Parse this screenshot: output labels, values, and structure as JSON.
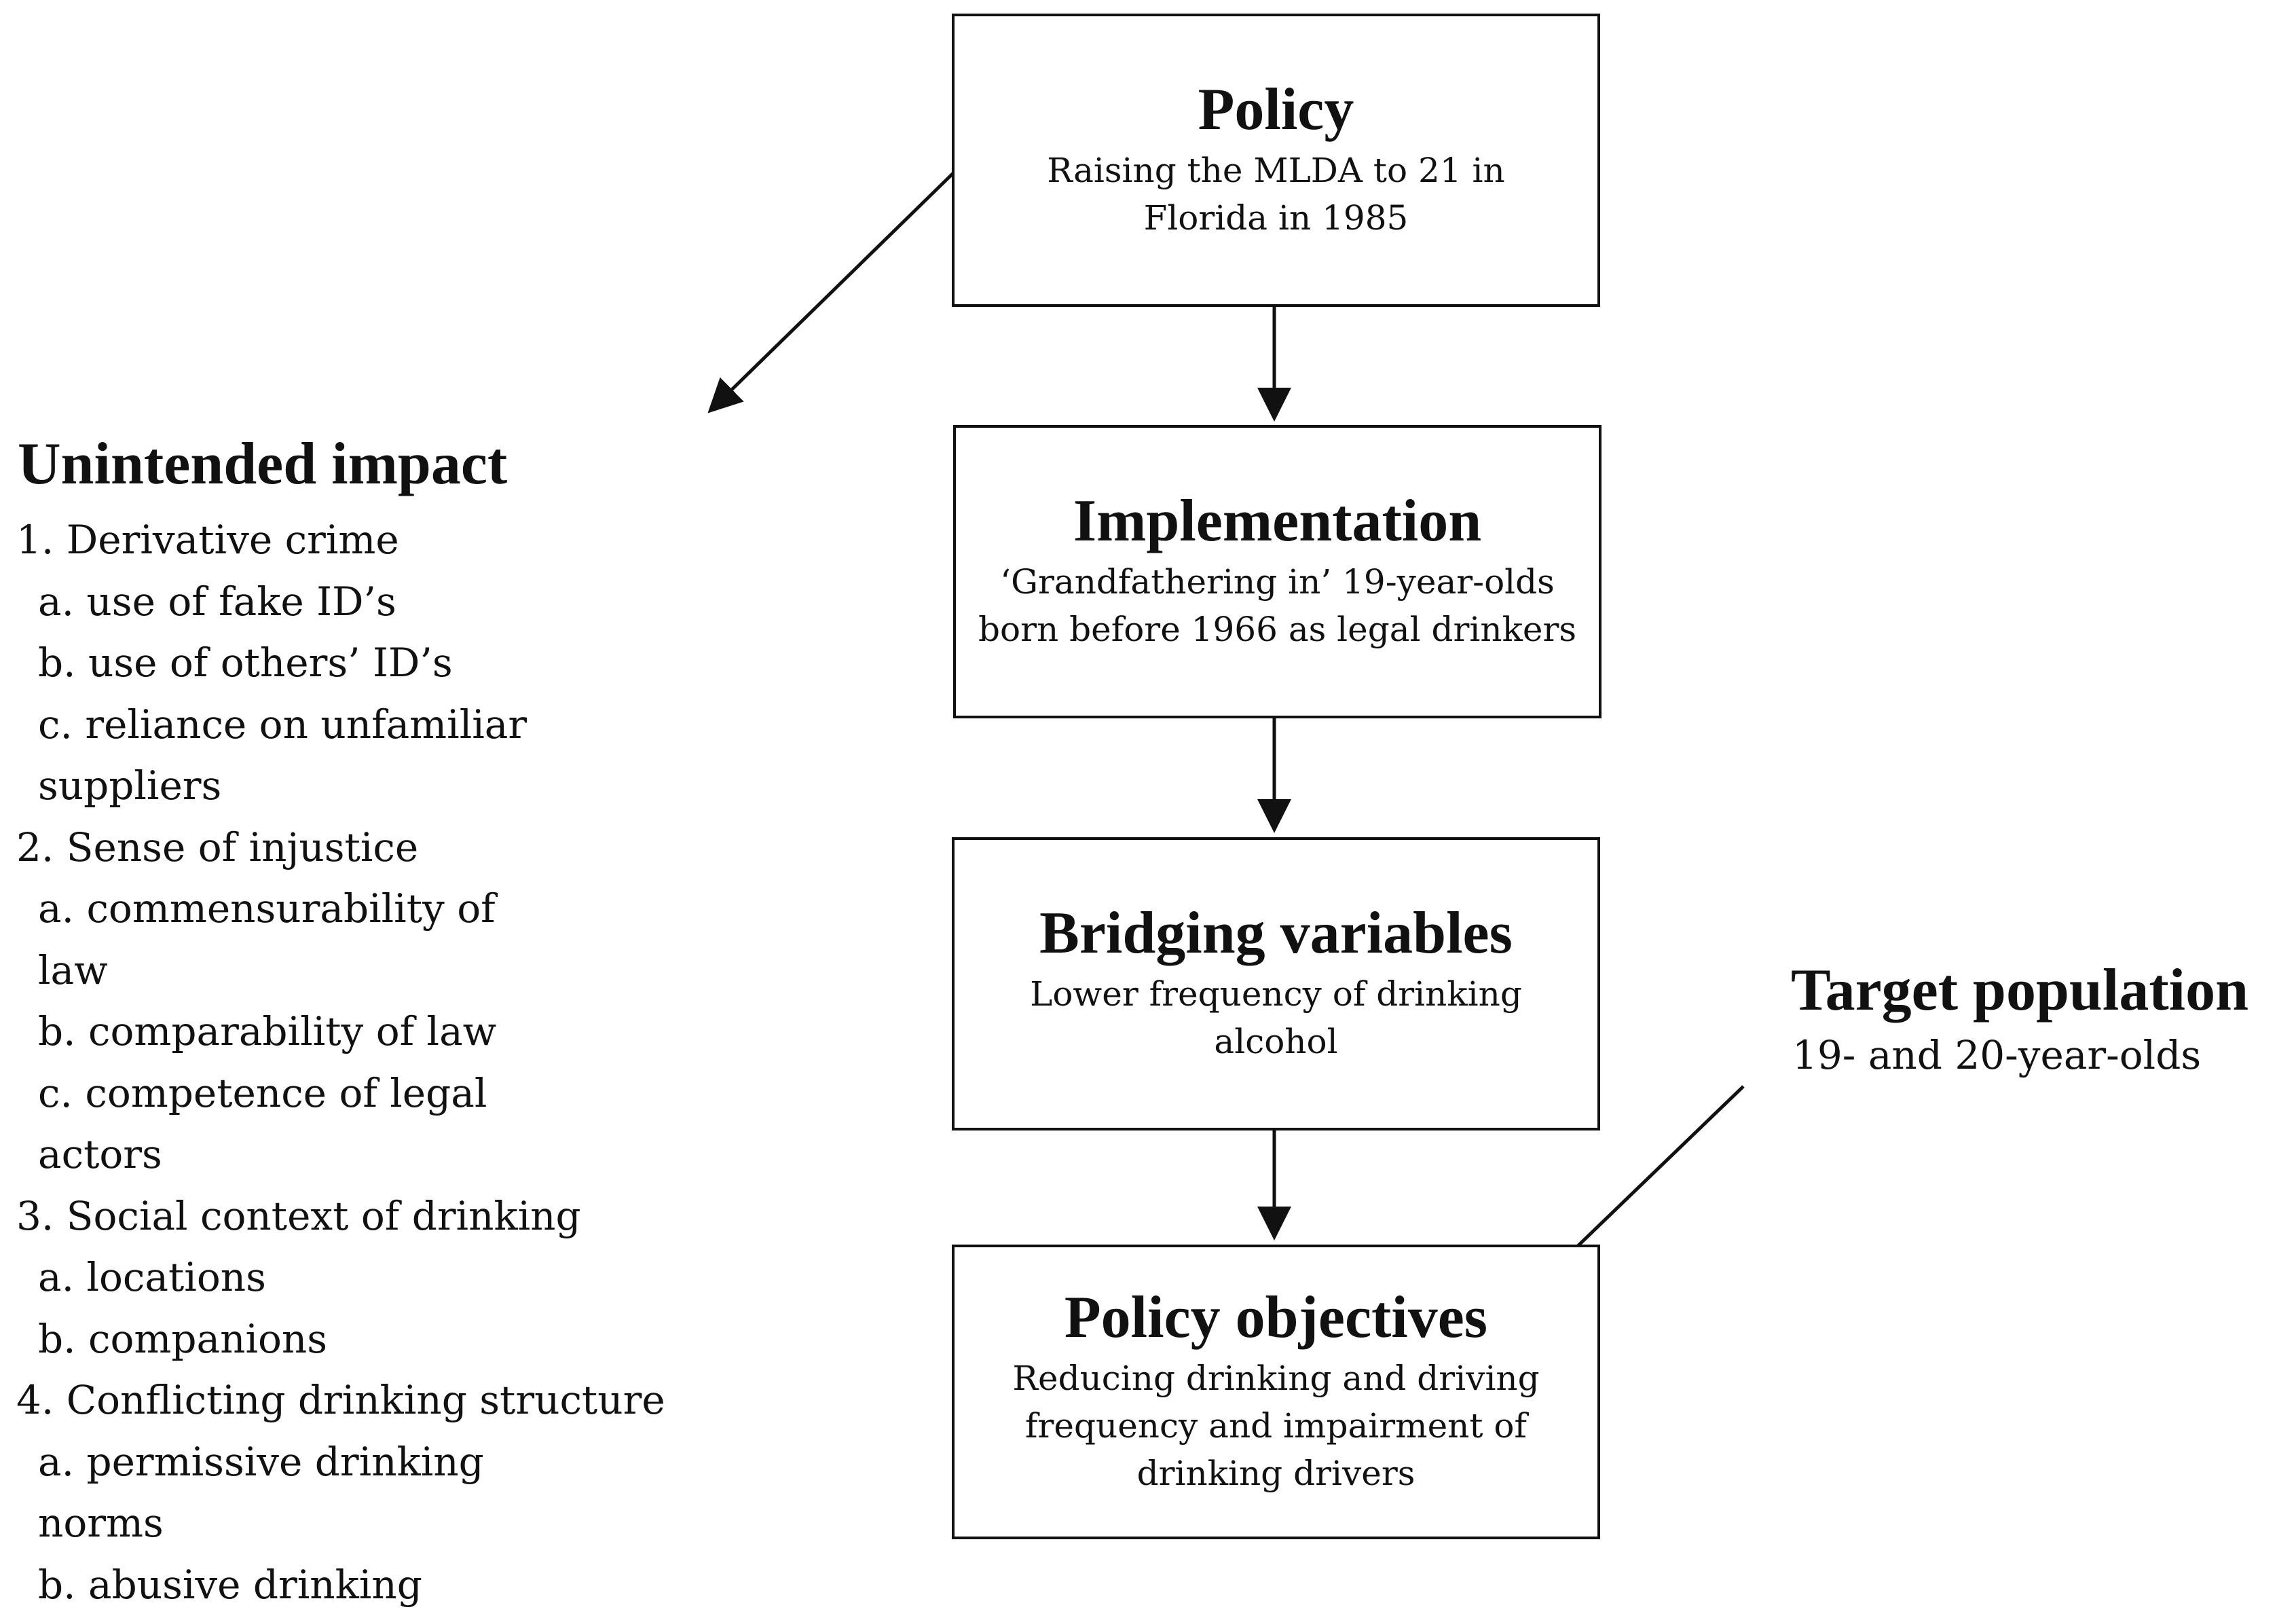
{
  "policy": {
    "title": "Policy",
    "lines": [
      "Raising the MLDA to 21 in",
      "Florida in 1985"
    ]
  },
  "implementation": {
    "title": "Implementation",
    "lines": [
      "‘Grandfathering in’ 19-year-olds",
      "born before 1966 as legal drinkers"
    ]
  },
  "bridging": {
    "title": "Bridging variables",
    "lines": [
      "Lower frequency of drinking",
      "alcohol"
    ]
  },
  "objectives": {
    "title": "Policy objectives",
    "lines": [
      "Reducing drinking and driving",
      "frequency and impairment of",
      "drinking drivers"
    ]
  },
  "unintended": {
    "title": "Unintended impact",
    "items": [
      "1. Derivative crime",
      "a. use of fake ID’s",
      "b. use of others’ ID’s",
      "c. reliance on unfamiliar",
      "suppliers",
      "2. Sense of injustice",
      "a. commensurability of",
      "law",
      "b. comparability of law",
      "c. competence of legal",
      "actors",
      "3. Social context of drinking",
      "a. locations",
      "b. companions",
      "4. Conflicting drinking structure",
      "a. permissive drinking",
      "norms",
      "b. abusive drinking"
    ]
  },
  "target": {
    "title": "Target population",
    "text": "19- and 20-year-olds"
  }
}
